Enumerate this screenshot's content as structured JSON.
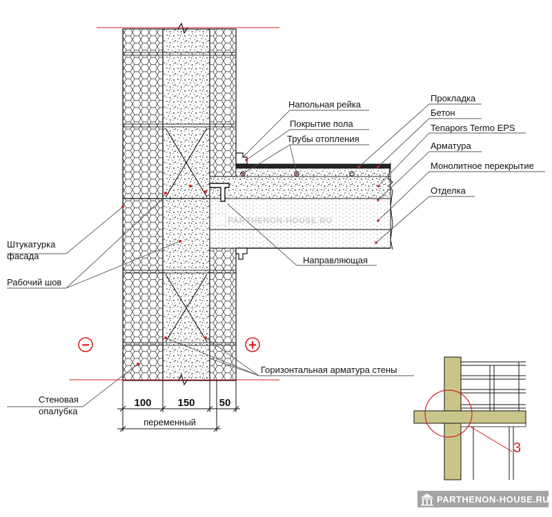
{
  "labels": {
    "napolnaya_reyka": "Напольная рейка",
    "pokrytie_pola": "Покрытие пола",
    "truby_otopleniya": "Трубы отопления",
    "prokladka": "Прокладка",
    "beton": "Бетон",
    "tenapors": "Tenapors Termo EPS",
    "armatura": "Арматура",
    "monolitnoe": "Монолитное перекрытие",
    "otdelka": "Отделка",
    "napravlyayushchaya": "Направляющая",
    "shtukaturka_line1": "Штукатурка",
    "shtukaturka_line2": "фасада",
    "rabochiy_shov": "Рабочий шов",
    "gorizontalnaya": "Горизонтальная арматура стены",
    "stenovaya_line1": "Стеновая",
    "stenovaya_line2": "опалубка"
  },
  "dimensions": {
    "d1": "100",
    "d2": "150",
    "d3": "50",
    "total": "переменный"
  },
  "signs": {
    "minus": "−",
    "plus": "+"
  },
  "detail": {
    "number": "3"
  },
  "watermark": {
    "text": "PARTHENON-HOUSE.RU",
    "text_faint": "PARTHENON-HOUSE.RU"
  },
  "colors": {
    "accent_red": "#d42020",
    "leader_gray": "#555555",
    "thumb_fill": "#c9c48a",
    "watermark_bg": "#9a9a9a"
  }
}
